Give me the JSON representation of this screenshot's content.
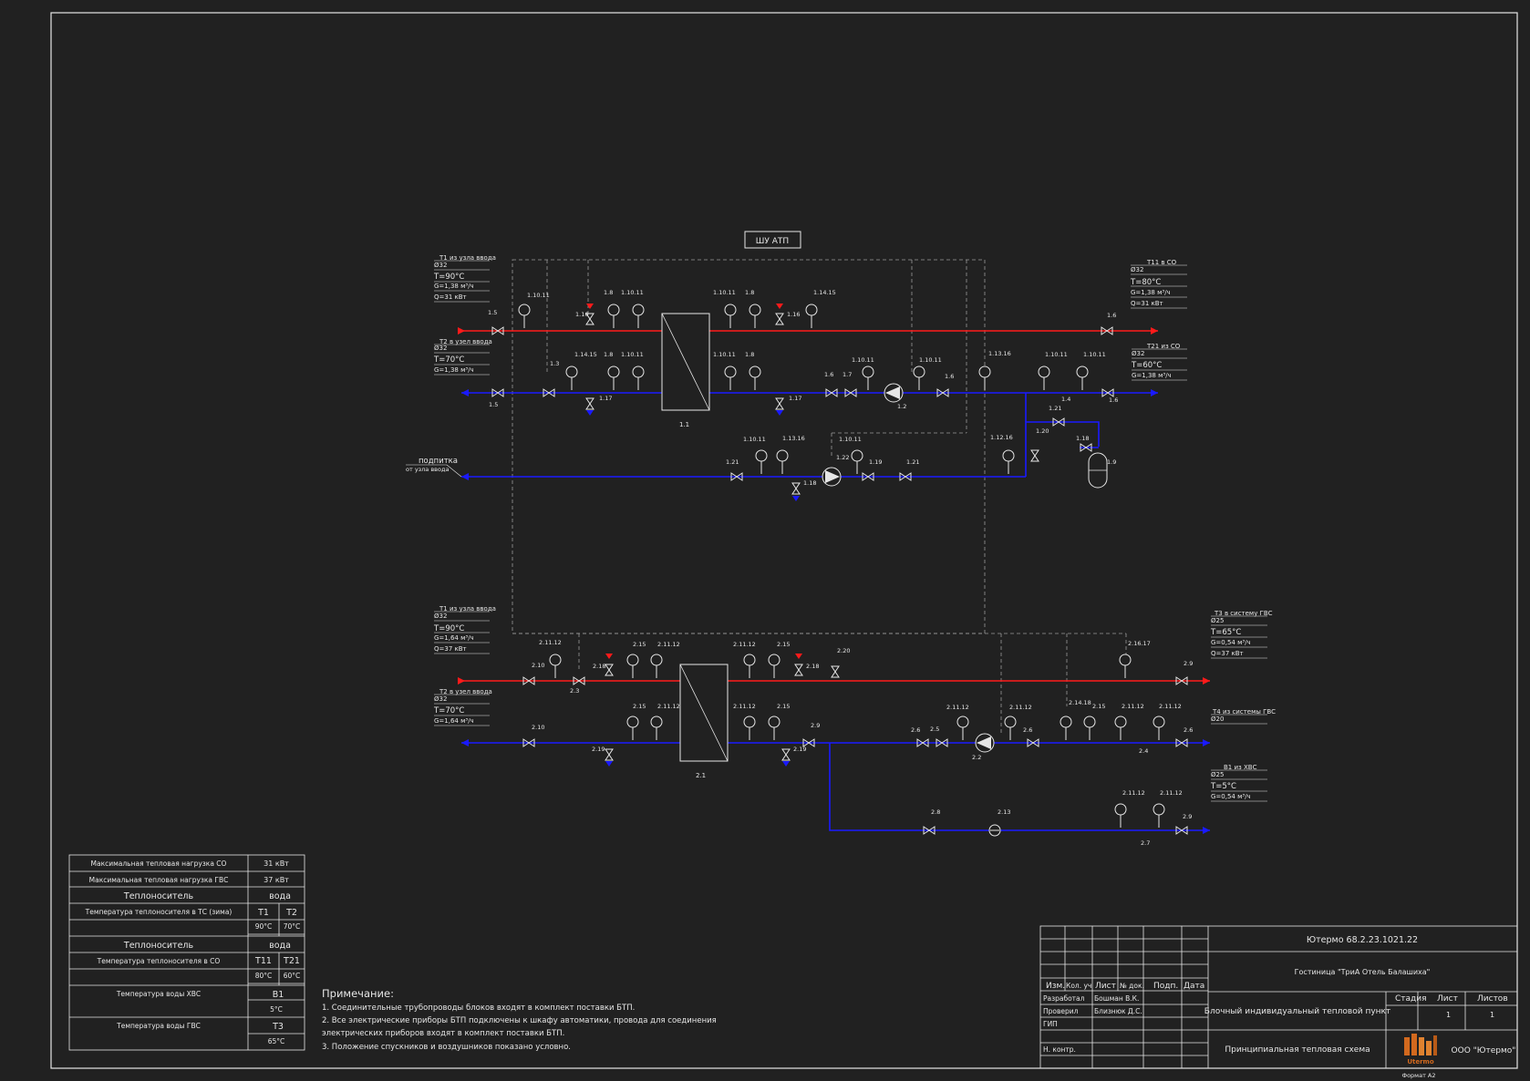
{
  "colors": {
    "background": "#212121",
    "line": "#e6e6e6",
    "supply": "#ff1a1a",
    "return": "#1a1aff",
    "dashed": "#9a9a9a"
  },
  "cabinet": "ШУ АТП",
  "feeds": {
    "t1_co": {
      "title": "Т1 из узла ввода",
      "d": "Ø32",
      "t": "Т=90°C",
      "g": "G=1,38 м³/ч",
      "q": "Q=31 кВт"
    },
    "t2_co": {
      "title": "Т2 в узел ввода",
      "d": "Ø32",
      "t": "Т=70°C",
      "g": "G=1,38 м³/ч"
    },
    "t11_co": {
      "title": "Т11 в СО",
      "d": "Ø32",
      "t": "Т=80°C",
      "g": "G=1,38 м³/ч",
      "q": "Q=31 кВт"
    },
    "t21_co": {
      "title": "Т21 из СО",
      "d": "Ø32",
      "t": "Т=60°C",
      "g": "G=1,38 м³/ч"
    },
    "t1_gvs": {
      "title": "Т1 из узла ввода",
      "d": "Ø32",
      "t": "Т=90°C",
      "g": "G=1,64 м³/ч",
      "q": "Q=37 кВт"
    },
    "t2_gvs": {
      "title": "Т2 в узел ввода",
      "d": "Ø32",
      "t": "Т=70°C",
      "g": "G=1,64 м³/ч"
    },
    "t3_gvs": {
      "title": "Т3 в систему ГВС",
      "d": "Ø25",
      "t": "Т=65°C",
      "g": "G=0,54 м³/ч",
      "q": "Q=37 кВт"
    },
    "t4_gvs": {
      "title": "Т4 из системы ГВС",
      "d": "Ø20"
    },
    "b1": {
      "title": "В1 из ХВС",
      "d": "Ø25",
      "t": "Т=5°C",
      "g": "G=0,54 м³/ч"
    }
  },
  "makeup": {
    "title": "подпитка",
    "sub": "от узла ввода"
  },
  "hx_labels": {
    "hx1": "1.1",
    "hx2": "2.1"
  },
  "labels": {
    "ac_1_10_11": "1.10.11",
    "ac_1_8": "1.8",
    "ac_1_10_11b": "1.10.11",
    "ac_1_16": "1.16",
    "ac_1_10_11c": "1.10.11",
    "ac_1_8b": "1.8",
    "ac_1_16b": "1.16",
    "ac_1_14_15": "1.14.15",
    "ac_1_5": "1.5",
    "ac_1_6": "1.6",
    "bc_1_3": "1.3",
    "bc_1_14_15": "1.14.15",
    "bc_1_8": "1.8",
    "bc_1_10_11": "1.10.11",
    "bc_1_10_11b": "1.10.11",
    "bc_1_8b": "1.8",
    "bc_1_6": "1.6",
    "bc_1_7": "1.7",
    "bc_1_10_11c": "1.10.11",
    "bc_1_10_11d": "1.10.11",
    "bc_1_13_16": "1.13.16",
    "bc_1_10_11e": "1.10.11",
    "bc_1_10_11f": "1.10.11",
    "bc_1_5": "1.5",
    "bc_1_17": "1.17",
    "bc_1_17b": "1.17",
    "bc_1_6b": "1.6",
    "bc_1_4": "1.4",
    "bc_1_6c": "1.6",
    "bc_1_2": "1.2",
    "bc_1_21": "1.21",
    "bc_1_20": "1.20",
    "bc_1_18": "1.18",
    "bc_1_9": "1.9",
    "cc_1_10_11": "1.10.11",
    "cc_1_13_16": "1.13.16",
    "cc_1_10_11b": "1.10.11",
    "cc_1_12_16": "1.12.16",
    "cc_1_21": "1.21",
    "cc_1_22": "1.22",
    "cc_1_19": "1.19",
    "cc_1_21b": "1.21",
    "cc_1_18": "1.18",
    "dc_2_11_12": "2.11.12",
    "dc_2_10": "2.10",
    "dc_2_18": "2.18",
    "dc_2_15": "2.15",
    "dc_2_11_12b": "2.11.12",
    "dc_2_11_12c": "2.11.12",
    "dc_2_15b": "2.15",
    "dc_2_18b": "2.18",
    "dc_2_20": "2.20",
    "dc_2_16_17": "2.16.17",
    "dc_2_9": "2.9",
    "dc_2_3": "2.3",
    "ec_2_10": "2.10",
    "ec_2_15": "2.15",
    "ec_2_11_12": "2.11.12",
    "ec_2_19": "2.19",
    "ec_2_11_12b": "2.11.12",
    "ec_2_15b": "2.15",
    "ec_2_9": "2.9",
    "ec_2_19b": "2.19",
    "ec_2_6": "2.6",
    "ec_2_5": "2.5",
    "ec_2_11_12c": "2.11.12",
    "ec_2_11_12d": "2.11.12",
    "ec_2_6b": "2.6",
    "ec_2_14_18": "2.14.18",
    "ec_2_15c": "2.15",
    "ec_2_11_12e": "2.11.12",
    "ec_2_11_12f": "2.11.12",
    "ec_2_6c": "2.6",
    "ec_2_2": "2.2",
    "ec_2_4": "2.4",
    "fc_2_8": "2.8",
    "fc_2_13": "2.13",
    "fc_2_11_12": "2.11.12",
    "fc_2_11_12b": "2.11.12",
    "fc_2_9": "2.9",
    "fc_2_7": "2.7"
  },
  "summary_table": {
    "rows": [
      {
        "label": "Максимальная тепловая нагрузка СО",
        "value": "31 кВт"
      },
      {
        "label": "Максимальная тепловая нагрузка ГВС",
        "value": "37 кВт"
      },
      {
        "label": "Теплоноситель",
        "value": "вода"
      },
      {
        "label": "Температура теплоносителя в ТС (зима)",
        "c1": "Т1",
        "c2": "Т2",
        "v1": "90°C",
        "v2": "70°C"
      },
      {
        "label": "Теплоноситель",
        "value": "вода"
      },
      {
        "label": "Температура теплоносителя в СО",
        "c1": "Т11",
        "c2": "Т21",
        "v1": "80°C",
        "v2": "60°C"
      },
      {
        "label": "Температура воды ХВС",
        "c1": "В1",
        "v1": "5°C"
      },
      {
        "label": "Температура воды ГВС",
        "c1": "Т3",
        "v1": "65°C"
      }
    ]
  },
  "notes": {
    "title": "Примечание:",
    "lines": [
      "1. Соединительные трубопроводы блоков входят в комплект поставки БТП.",
      "2. Все электрические приборы БТП подключены к шкафу автоматики, провода для соединения",
      "электрических приборов входят в комплект поставки БТП.",
      "3. Положение спускников и воздушников показано условно."
    ]
  },
  "title_block": {
    "code": "Ютермо 68.2.23.1021.22",
    "object": "Гостиница \"ТриА Отель Балашиха\"",
    "doc": "Блочный индивидуальный тепловой пункт",
    "sheet_title": "Принципиальная тепловая схема",
    "col_izm": "Изм.",
    "col_kol": "Кол. уч",
    "col_list": "Лист",
    "col_doc": "№ док.",
    "col_podp": "Подп.",
    "col_date": "Дата",
    "razrab": "Разработал",
    "razrab_name": "Бошман В.К.",
    "prov": "Проверил",
    "prov_name": "Близнюк Д.С.",
    "gip": "ГИП",
    "nkontr": "Н. контр.",
    "stage_h": "Стадия",
    "list_h": "Лист",
    "lists_h": "Листов",
    "list_v": "1",
    "lists_v": "1",
    "company": "ООО \"Ютермо\"",
    "logo_text": "Utermo",
    "format": "Формат А2"
  }
}
